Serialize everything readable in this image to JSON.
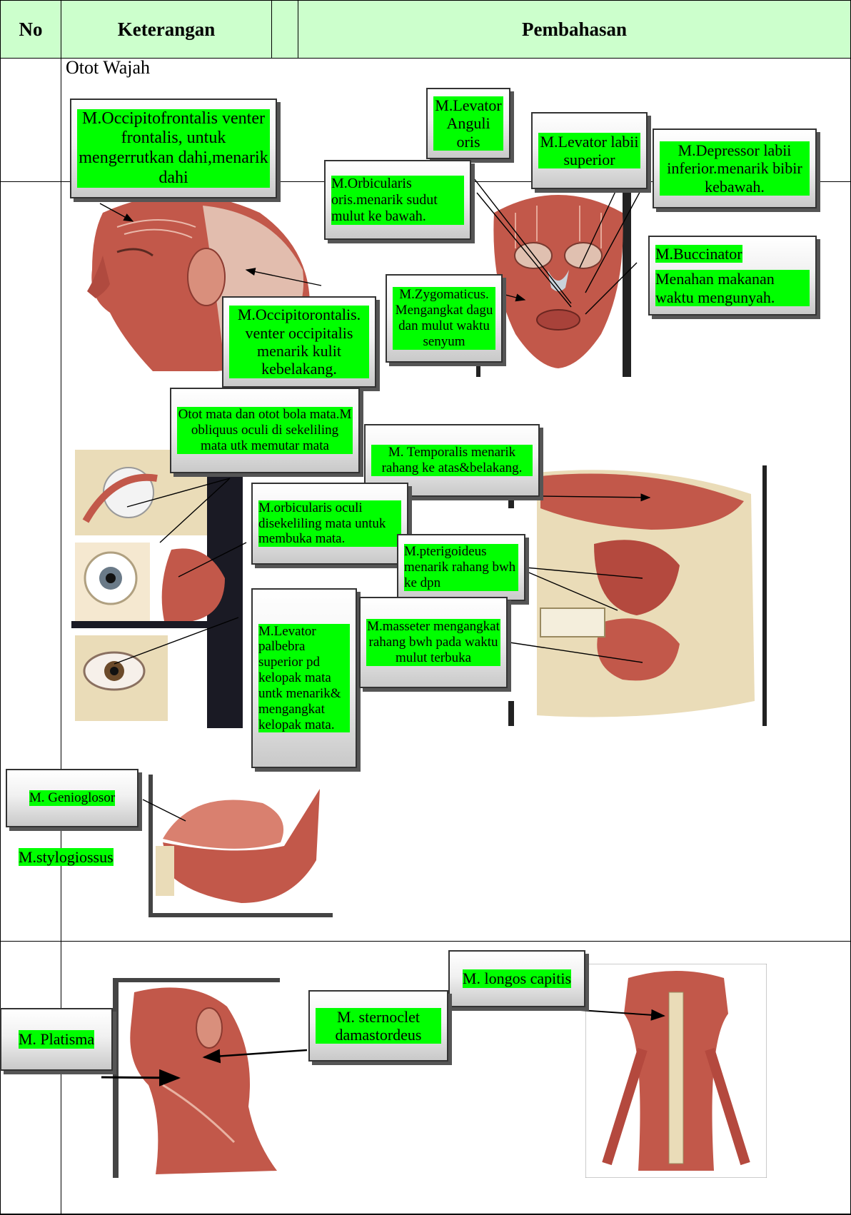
{
  "header": {
    "no": "No",
    "keterangan": "Keterangan",
    "pembahasan": "Pembahasan"
  },
  "section_title": "Otot Wajah",
  "labels": {
    "occipitofrontalis_frontalis": "M.Occipitofrontalis venter frontalis, untuk mengerrutkan dahi,menarik dahi",
    "levator_anguli_oris": "M.Levator Anguli oris",
    "levator_labii_superior": "M.Levator labii superior",
    "depressor_labii_inferior": "M.Depressor labii inferior.menarik bibir kebawah.",
    "orbicularis_oris": "M.Orbicularis oris.menarik sudut mulut ke bawah.",
    "buccinator_name": "M.Buccinator",
    "buccinator_desc": "Menahan makanan waktu mengunyah.",
    "occipitofrontalis_occipitalis": "M.Occipitorontalis. venter occipitalis menarik kulit kebelakang.",
    "zygomaticus": "M.Zygomaticus. Mengangkat dagu dan mulut waktu senyum",
    "otot_mata": "Otot mata dan otot bola mata.M obliquus oculi di sekeliling mata utk memutar mata",
    "temporalis": "M. Temporalis menarik rahang ke atas&belakang.",
    "orbicularis_oculi": "M.orbicularis oculi disekeliling mata untuk membuka mata.",
    "pterigoideus": "M.pterigoideus menarik rahang bwh ke dpn",
    "masseter": "M.masseter mengangkat rahang bwh pada waktu mulut terbuka",
    "levator_palpebra": "M.Levator palbebra superior pd kelopak mata untk menarik& mengangkat kelopak mata.",
    "genioglosor": "M. Genioglosor",
    "stylogiossus": "M.stylogiossus",
    "longos_capitis": "M. longos capitis",
    "sternocleido": "M. sternoclet damastordeus",
    "platisma": "M. Platisma"
  },
  "colors": {
    "header_bg": "#ccffcc",
    "highlight": "#00ff00",
    "muscle": "#c2584a",
    "bone": "#eadcb8"
  }
}
